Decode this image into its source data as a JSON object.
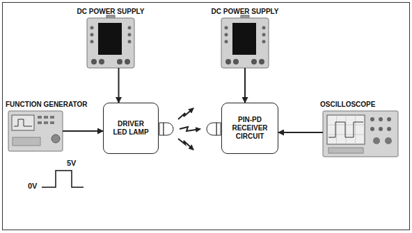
{
  "diagram": {
    "nodes": [
      {
        "text": [
          "DC POWER SUPPLY"
        ]
      },
      {
        "text": [
          "DC POWER SUPPLY"
        ]
      },
      {
        "text": [
          "FUNCTION GENERATOR"
        ]
      },
      {
        "text": [
          "DRIVER LED LAMP"
        ]
      },
      {
        "text": [
          "PIN-PD RECEIVER CIRCUIT"
        ]
      },
      {
        "text": [
          "OSCILLOSCOPE"
        ]
      }
    ],
    "edges": [
      {
        "from": 0,
        "to": 3,
        "arrow": "to"
      },
      {
        "from": 1,
        "to": 4,
        "arrow": "to"
      },
      {
        "from": 2,
        "to": 3,
        "arrow": "to"
      },
      {
        "from": 5,
        "to": 4,
        "arrow": "to"
      }
    ],
    "labels": [
      "5V",
      "0V"
    ]
  }
}
